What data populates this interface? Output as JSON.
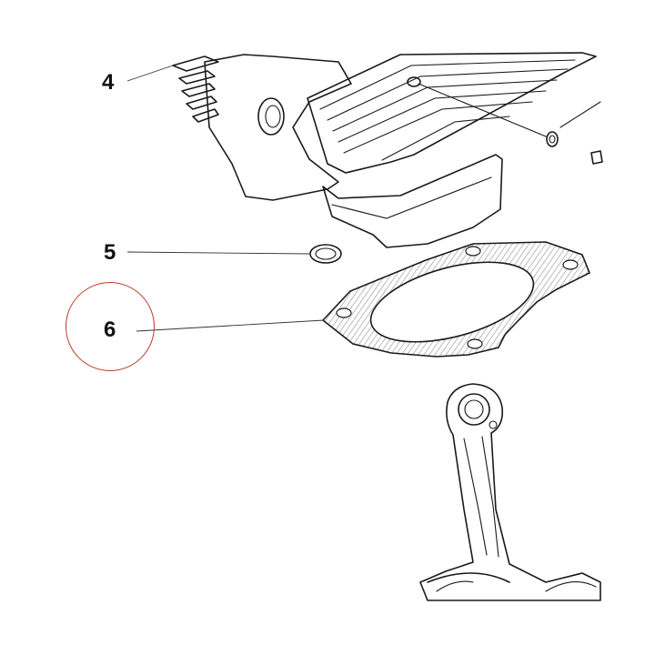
{
  "callouts": [
    {
      "id": "4",
      "label": "4",
      "part": "cylinder"
    },
    {
      "id": "5",
      "label": "5",
      "part": "o-ring"
    },
    {
      "id": "6",
      "label": "6",
      "part": "base-gasket",
      "highlighted": true
    }
  ],
  "colors": {
    "line": "#1a1a1a",
    "highlight": "#c0392b",
    "background": "#ffffff"
  }
}
